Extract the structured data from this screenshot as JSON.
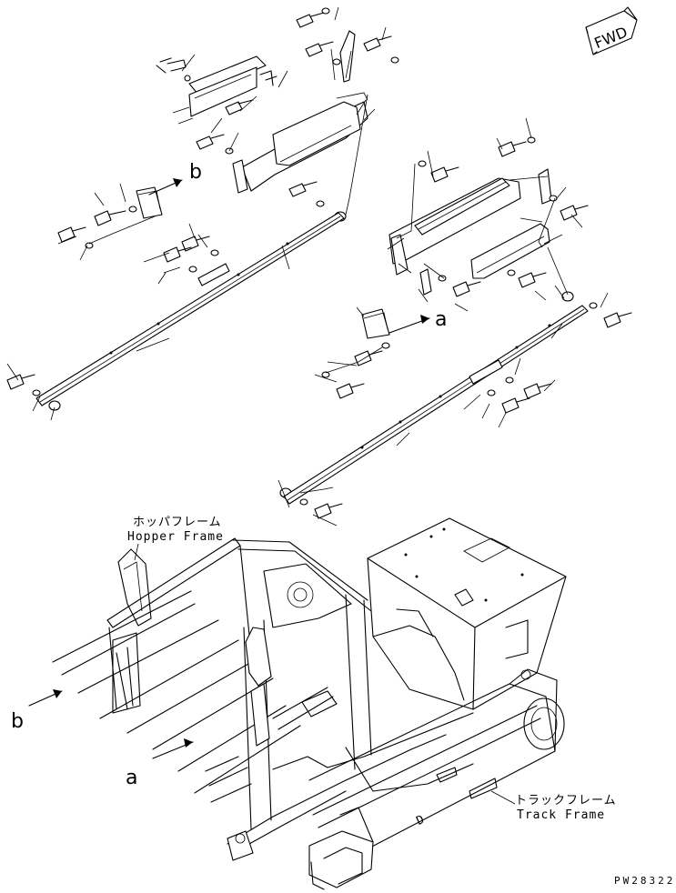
{
  "labels": {
    "hopper_frame_jp": "ホッパフレーム",
    "hopper_frame_en": "Hopper Frame",
    "track_frame_jp": "トラックフレーム",
    "track_frame_en": "Track Frame",
    "fwd": "FWD",
    "drawing_code": "PW28322",
    "ref_b_top": "b",
    "ref_a_top": "a",
    "ref_b_bottom": "b",
    "ref_a_bottom": "a"
  }
}
